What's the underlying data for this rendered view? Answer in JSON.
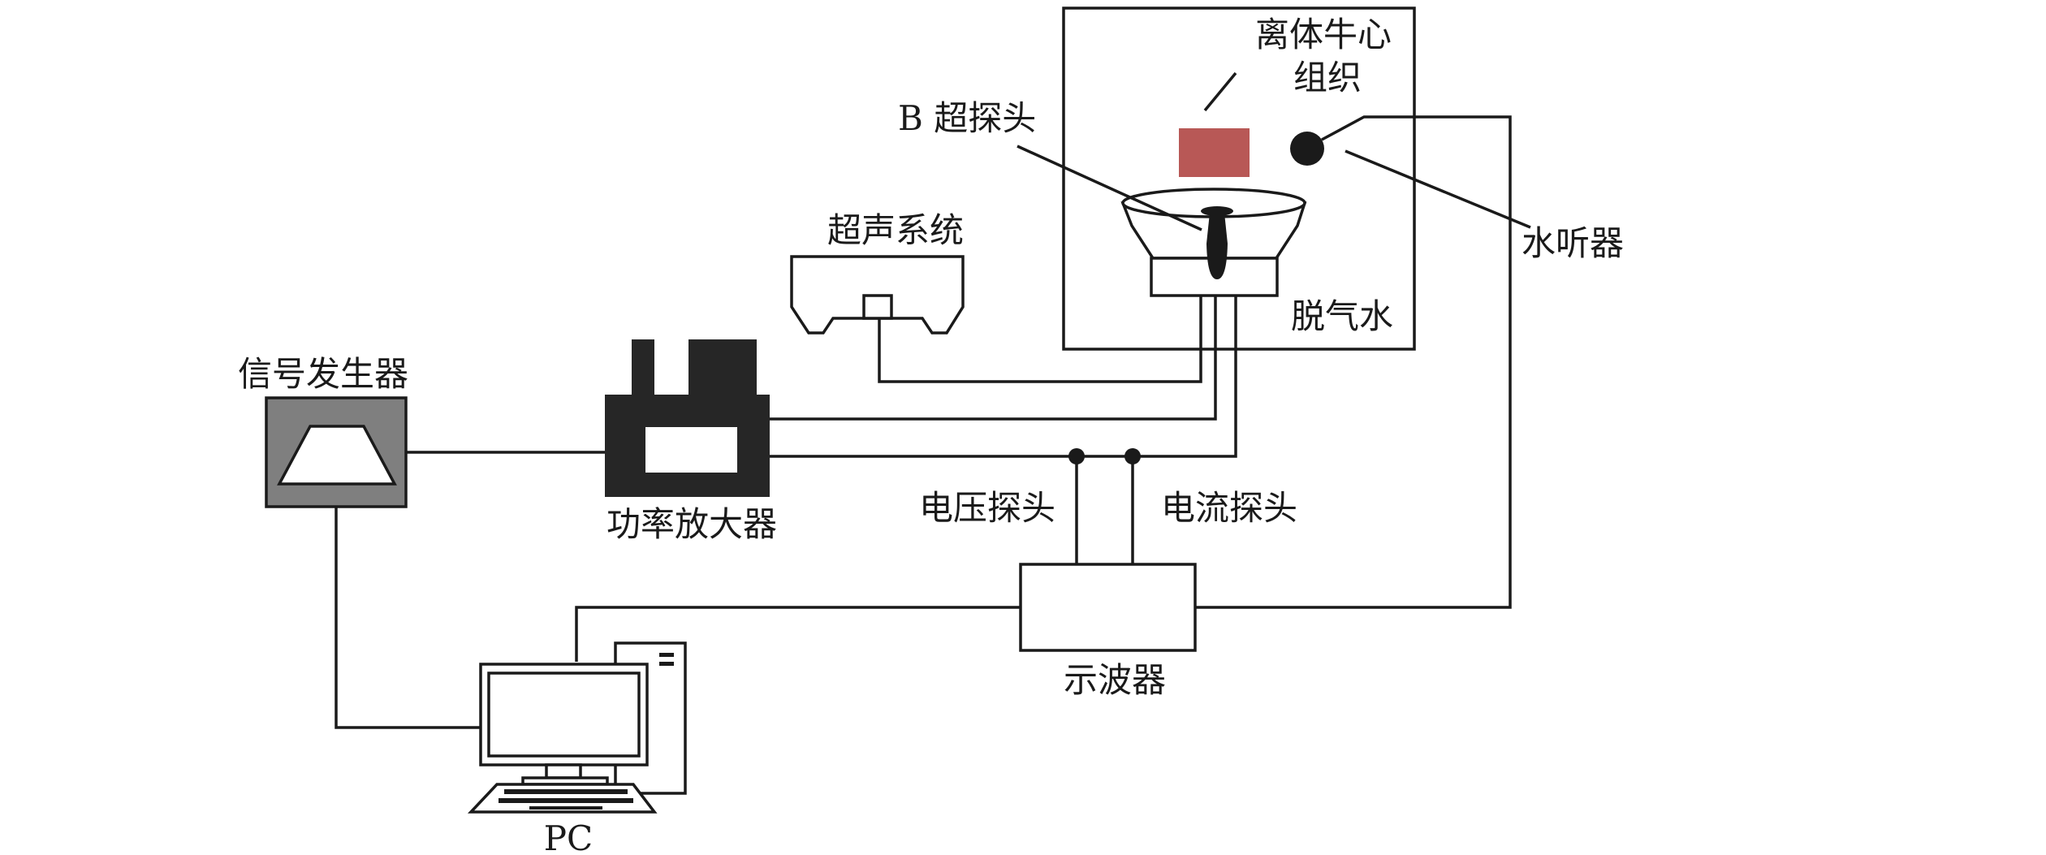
{
  "labels": {
    "tissue_line1": "离体牛心",
    "tissue_line2": "组织",
    "b_probe": "B 超探头",
    "ultrasound_system": "超声系统",
    "hydrophone": "水听器",
    "degassed_water": "脱气水",
    "signal_generator": "信号发生器",
    "power_amplifier": "功率放大器",
    "voltage_probe": "电压探头",
    "current_probe": "电流探头",
    "oscilloscope": "示波器",
    "pc": "PC"
  },
  "colors": {
    "line": "#1a1a1a",
    "tissue": "#b85856",
    "signal_generator_body": "#7f7f7f",
    "amplifier_body": "#262626"
  }
}
